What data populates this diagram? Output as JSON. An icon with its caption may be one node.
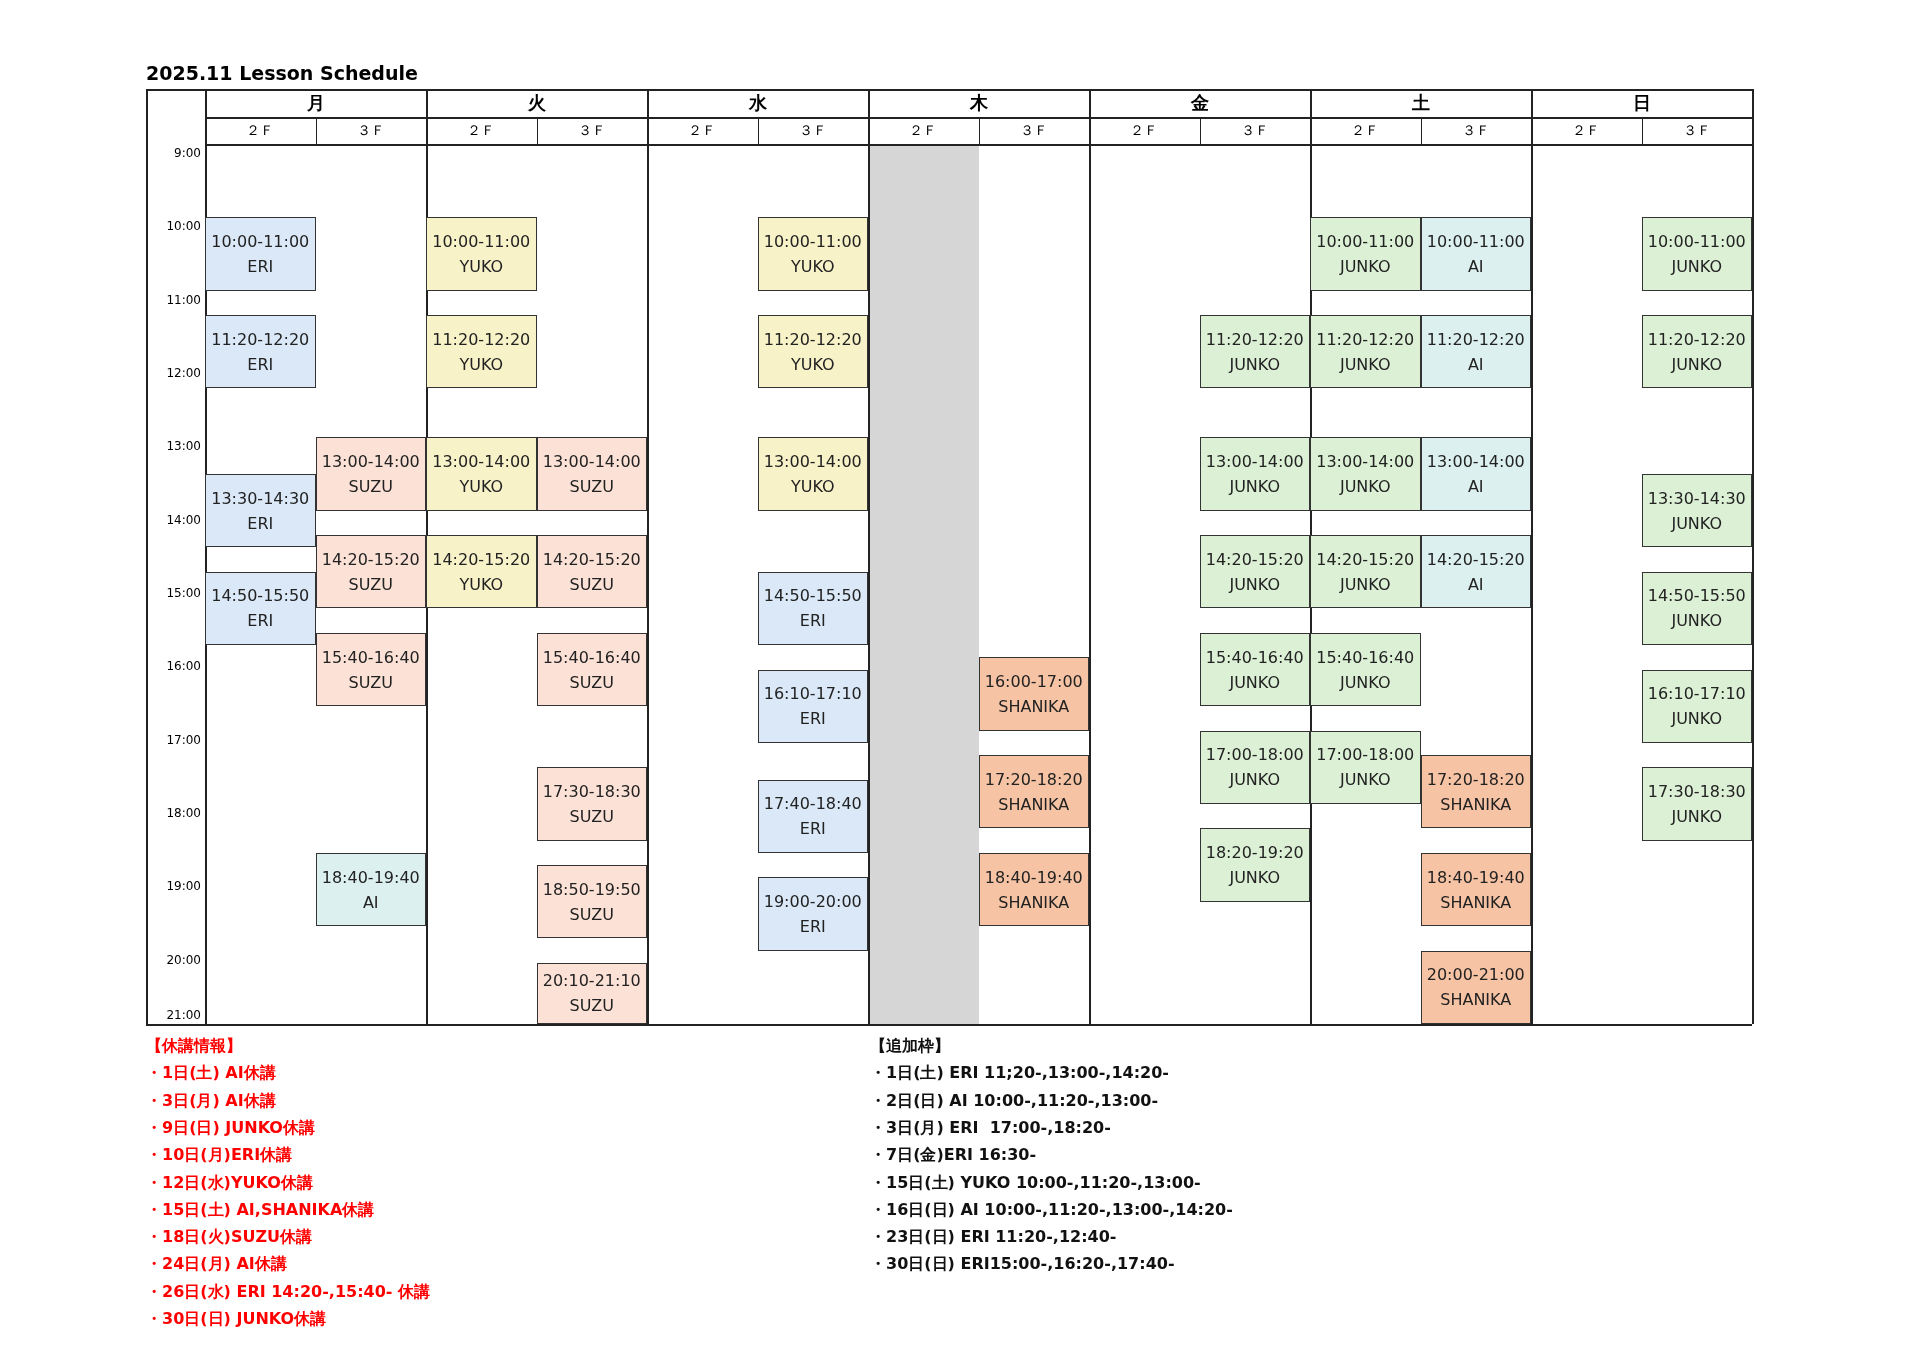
{
  "diagram": {
    "title": "2025.11 Lesson Schedule",
    "nodes": [
      {
        "text": [
          "10:00-11:00",
          "ERI"
        ]
      },
      {
        "text": [
          "11:20-12:20",
          "ERI"
        ]
      },
      {
        "text": [
          "13:30-14:30",
          "ERI"
        ]
      },
      {
        "text": [
          "14:50-15:50",
          "ERI"
        ]
      },
      {
        "text": [
          "13:00-14:00",
          "SUZU"
        ]
      },
      {
        "text": [
          "14:20-15:20",
          "SUZU"
        ]
      },
      {
        "text": [
          "15:40-16:40",
          "SUZU"
        ]
      },
      {
        "text": [
          "18:40-19:40",
          "AI"
        ]
      },
      {
        "text": [
          "10:00-11:00",
          "YUKO"
        ]
      },
      {
        "text": [
          "11:20-12:20",
          "YUKO"
        ]
      },
      {
        "text": [
          "13:00-14:00",
          "YUKO"
        ]
      },
      {
        "text": [
          "14:20-15:20",
          "YUKO"
        ]
      },
      {
        "text": [
          "13:00-14:00",
          "SUZU"
        ]
      },
      {
        "text": [
          "14:20-15:20",
          "SUZU"
        ]
      },
      {
        "text": [
          "15:40-16:40",
          "SUZU"
        ]
      },
      {
        "text": [
          "17:30-18:30",
          "SUZU"
        ]
      },
      {
        "text": [
          "18:50-19:50",
          "SUZU"
        ]
      },
      {
        "text": [
          "20:10-21:10",
          "SUZU"
        ]
      },
      {
        "text": [
          "10:00-11:00",
          "YUKO"
        ]
      },
      {
        "text": [
          "11:20-12:20",
          "YUKO"
        ]
      },
      {
        "text": [
          "13:00-14:00",
          "YUKO"
        ]
      },
      {
        "text": [
          "14:50-15:50",
          "ERI"
        ]
      },
      {
        "text": [
          "16:10-17:10",
          "ERI"
        ]
      },
      {
        "text": [
          "17:40-18:40",
          "ERI"
        ]
      },
      {
        "text": [
          "19:00-20:00",
          "ERI"
        ]
      },
      {
        "text": [
          "16:00-17:00",
          "SHANIKA"
        ]
      },
      {
        "text": [
          "17:20-18:20",
          "SHANIKA"
        ]
      },
      {
        "text": [
          "18:40-19:40",
          "SHANIKA"
        ]
      },
      {
        "text": [
          "11:20-12:20",
          "JUNKO"
        ]
      },
      {
        "text": [
          "13:00-14:00",
          "JUNKO"
        ]
      },
      {
        "text": [
          "14:20-15:20",
          "JUNKO"
        ]
      },
      {
        "text": [
          "15:40-16:40",
          "JUNKO"
        ]
      },
      {
        "text": [
          "17:00-18:00",
          "JUNKO"
        ]
      },
      {
        "text": [
          "18:20-19:20",
          "JUNKO"
        ]
      },
      {
        "text": [
          "10:00-11:00",
          "JUNKO"
        ]
      },
      {
        "text": [
          "11:20-12:20",
          "JUNKO"
        ]
      },
      {
        "text": [
          "13:00-14:00",
          "JUNKO"
        ]
      },
      {
        "text": [
          "14:20-15:20",
          "JUNKO"
        ]
      },
      {
        "text": [
          "15:40-16:40",
          "JUNKO"
        ]
      },
      {
        "text": [
          "17:00-18:00",
          "JUNKO"
        ]
      },
      {
        "text": [
          "10:00-11:00",
          "AI"
        ]
      },
      {
        "text": [
          "11:20-12:20",
          "AI"
        ]
      },
      {
        "text": [
          "13:00-14:00",
          "AI"
        ]
      },
      {
        "text": [
          "14:20-15:20",
          "AI"
        ]
      },
      {
        "text": [
          "17:20-18:20",
          "SHANIKA"
        ]
      },
      {
        "text": [
          "18:40-19:40",
          "SHANIKA"
        ]
      },
      {
        "text": [
          "20:00-21:00",
          "SHANIKA"
        ]
      },
      {
        "text": [
          "10:00-11:00",
          "JUNKO"
        ]
      },
      {
        "text": [
          "11:20-12:20",
          "JUNKO"
        ]
      },
      {
        "text": [
          "13:30-14:30",
          "JUNKO"
        ]
      },
      {
        "text": [
          "14:50-15:50",
          "JUNKO"
        ]
      },
      {
        "text": [
          "16:10-17:10",
          "JUNKO"
        ]
      },
      {
        "text": [
          "17:30-18:30",
          "JUNKO"
        ]
      },
      {
        "text": [],
        "shape": "box"
      }
    ],
    "labels": [
      "月",
      "火",
      "水",
      "木",
      "金",
      "土",
      "日",
      "２Ｆ",
      "３Ｆ",
      "２Ｆ",
      "３Ｆ",
      "２Ｆ",
      "３Ｆ",
      "２Ｆ",
      "３Ｆ",
      "２Ｆ",
      "３Ｆ",
      "２Ｆ",
      "３Ｆ",
      "２Ｆ",
      "３Ｆ",
      "9:00",
      "10:00",
      "11:00",
      "12:00",
      "13:00",
      "14:00",
      "15:00",
      "16:00",
      "17:00",
      "18:00",
      "19:00",
      "20:00",
      "21:00",
      "【休講情報】",
      "・1日(土) AI休講",
      "・3日(月) AI休講",
      "・9日(日) JUNKO休講",
      "・10日(月)ERI休講",
      "・12日(水)YUKO休講",
      "・15日(土) AI,SHANIKA休講",
      "・18日(火)SUZU休講",
      "・24日(月) AI休講",
      "・26日(水) ERI 14:20-,15:40- 休講",
      "・30日(日) JUNKO休講",
      "【追加枠】",
      "・1日(土) ERI 11;20-,13:00-,14:20-",
      "・2日(日) AI 10:00-,11:20-,13:00-",
      "・3日(月) ERI  17:00-,18:20-",
      "・7日(金)ERI 16:30-",
      "・15日(土) YUKO 10:00-,11:20-,13:00-",
      "・16日(日) AI 10:00-,11:20-,13:00-,14:20-",
      "・23日(日) ERI 11:20-,12:40-",
      "・30日(日) ERI15:00-,16:20-,17:40-"
    ]
  }
}
